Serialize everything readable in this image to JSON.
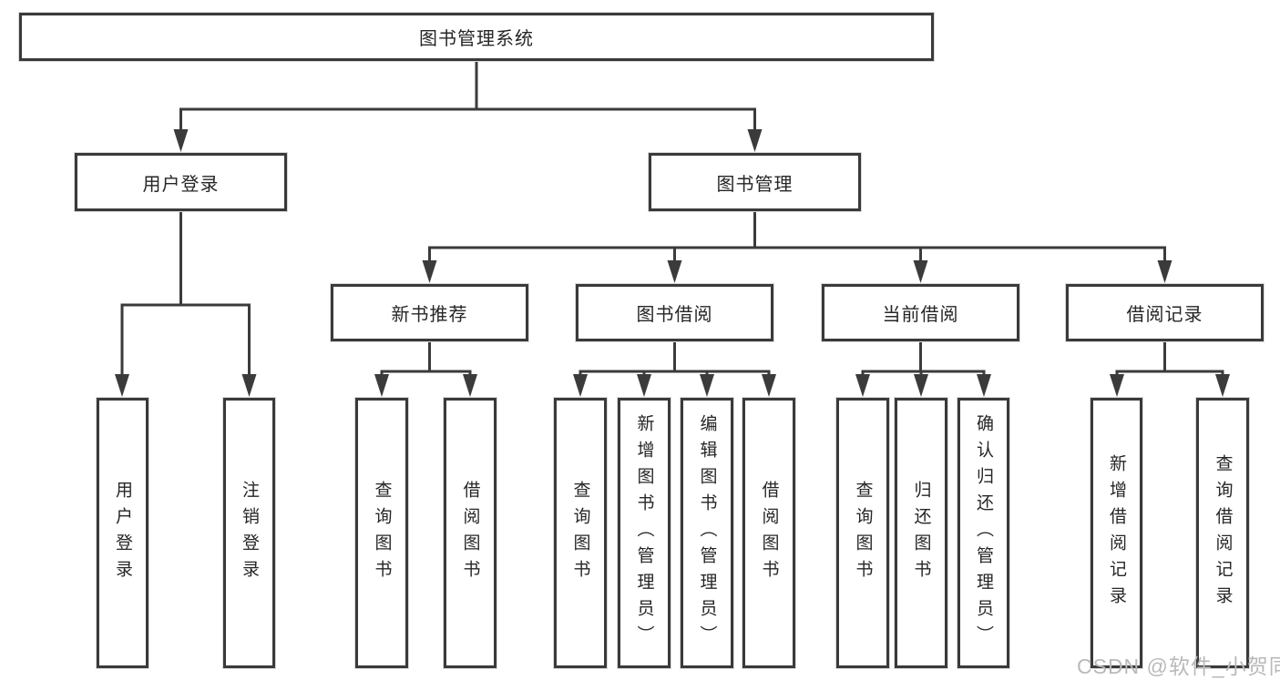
{
  "colors": {
    "line": "#3b3b3b",
    "box_border": "#3a3a3a",
    "text": "#262626",
    "watermark": "#b9b9b9",
    "background": "#ffffff"
  },
  "watermark": {
    "text": "CSDN @软件_小贺同学"
  },
  "tree": {
    "root": {
      "label": "图书管理系统"
    },
    "branches": [
      {
        "label": "用户登录",
        "children": [
          {
            "label": "用户登录"
          },
          {
            "label": "注销登录"
          }
        ]
      },
      {
        "label": "图书管理",
        "children": [
          {
            "label": "新书推荐",
            "children": [
              {
                "label": "查询图书"
              },
              {
                "label": "借阅图书"
              }
            ]
          },
          {
            "label": "图书借阅",
            "children": [
              {
                "label": "查询图书"
              },
              {
                "label": "新增图书（管理员）"
              },
              {
                "label": "编辑图书（管理员）"
              },
              {
                "label": "借阅图书"
              }
            ]
          },
          {
            "label": "当前借阅",
            "children": [
              {
                "label": "查询图书"
              },
              {
                "label": "归还图书"
              },
              {
                "label": "确认归还（管理员）"
              }
            ]
          },
          {
            "label": "借阅记录",
            "children": [
              {
                "label": "新增借阅记录"
              },
              {
                "label": "查询借阅记录"
              }
            ]
          }
        ]
      }
    ]
  }
}
